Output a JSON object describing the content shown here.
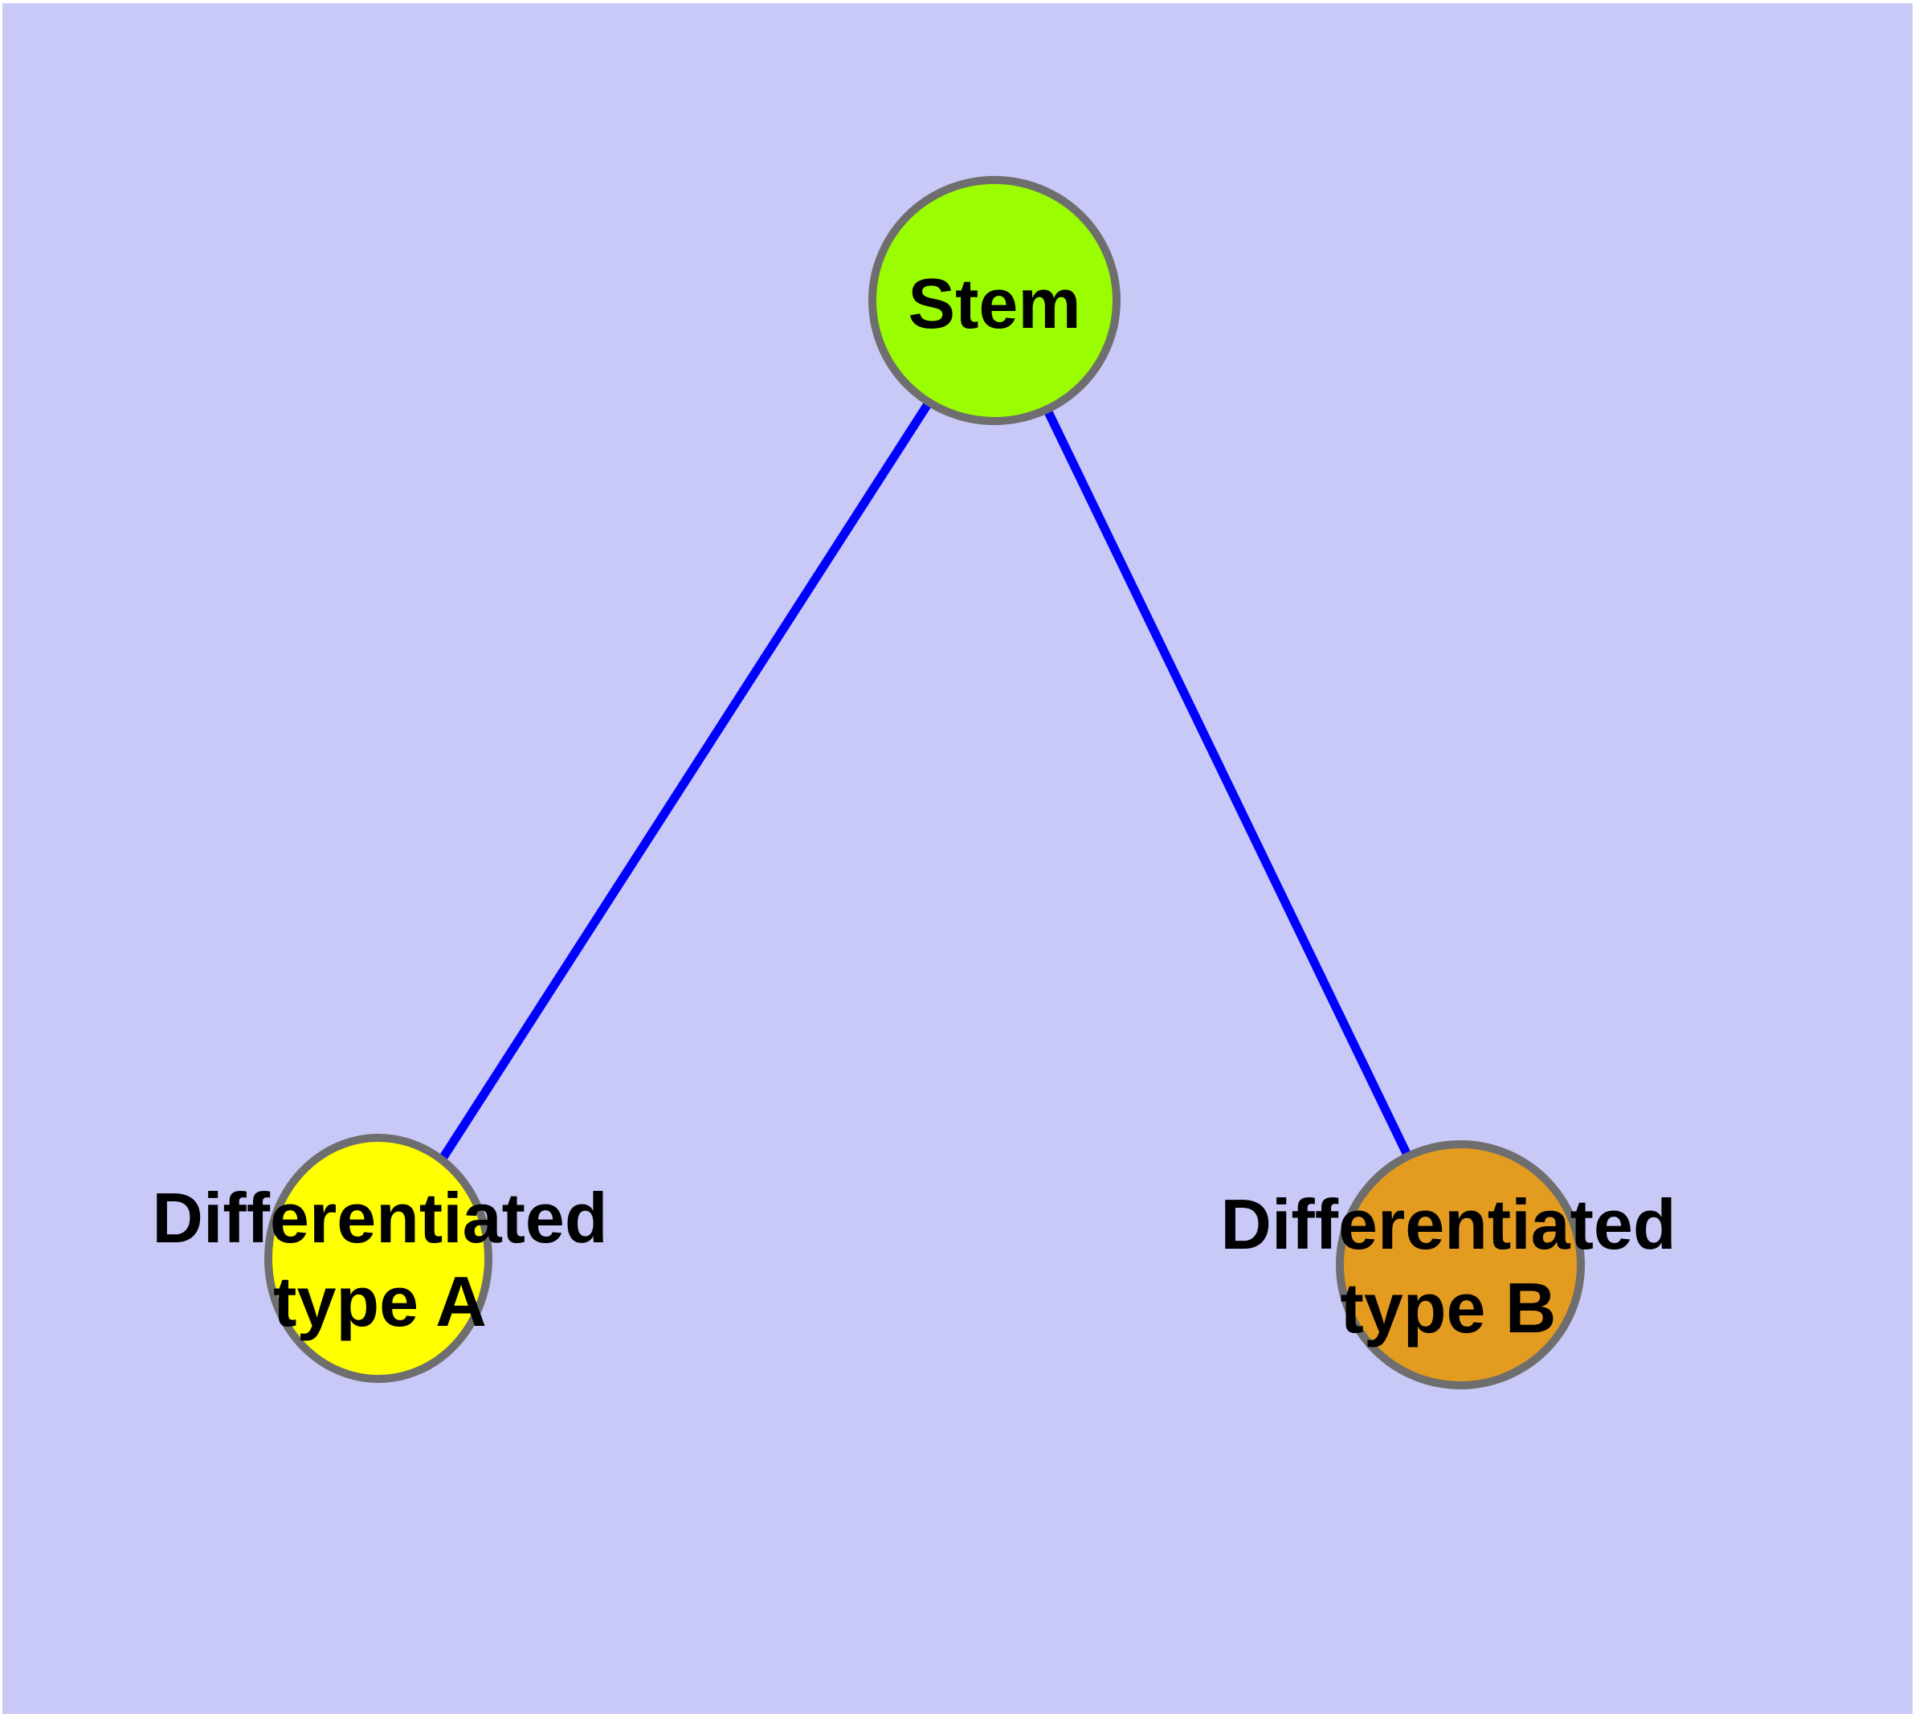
{
  "diagram": {
    "type": "node-link-graph",
    "background_color": "#C9C9F8",
    "page_margin_color": "#FFFFFF",
    "edge_color": "#0000FF",
    "node_border_color": "#6E6E6E",
    "label_color": "#000000",
    "nodes": {
      "stem": {
        "label": "Stem",
        "fill": "#9BFE00"
      },
      "type_a": {
        "label_line1": "Differentiated",
        "label_line2": "type A",
        "label_full": "Differentiated type A",
        "fill": "#FFFF00"
      },
      "type_b": {
        "label_line1": "Differentiated",
        "label_line2": "type B",
        "label_full": "Differentiated type B",
        "fill": "#E39C1F"
      }
    },
    "edges": [
      {
        "from": "Stem",
        "to": "Differentiated type A"
      },
      {
        "from": "Stem",
        "to": "Differentiated type B"
      }
    ]
  }
}
